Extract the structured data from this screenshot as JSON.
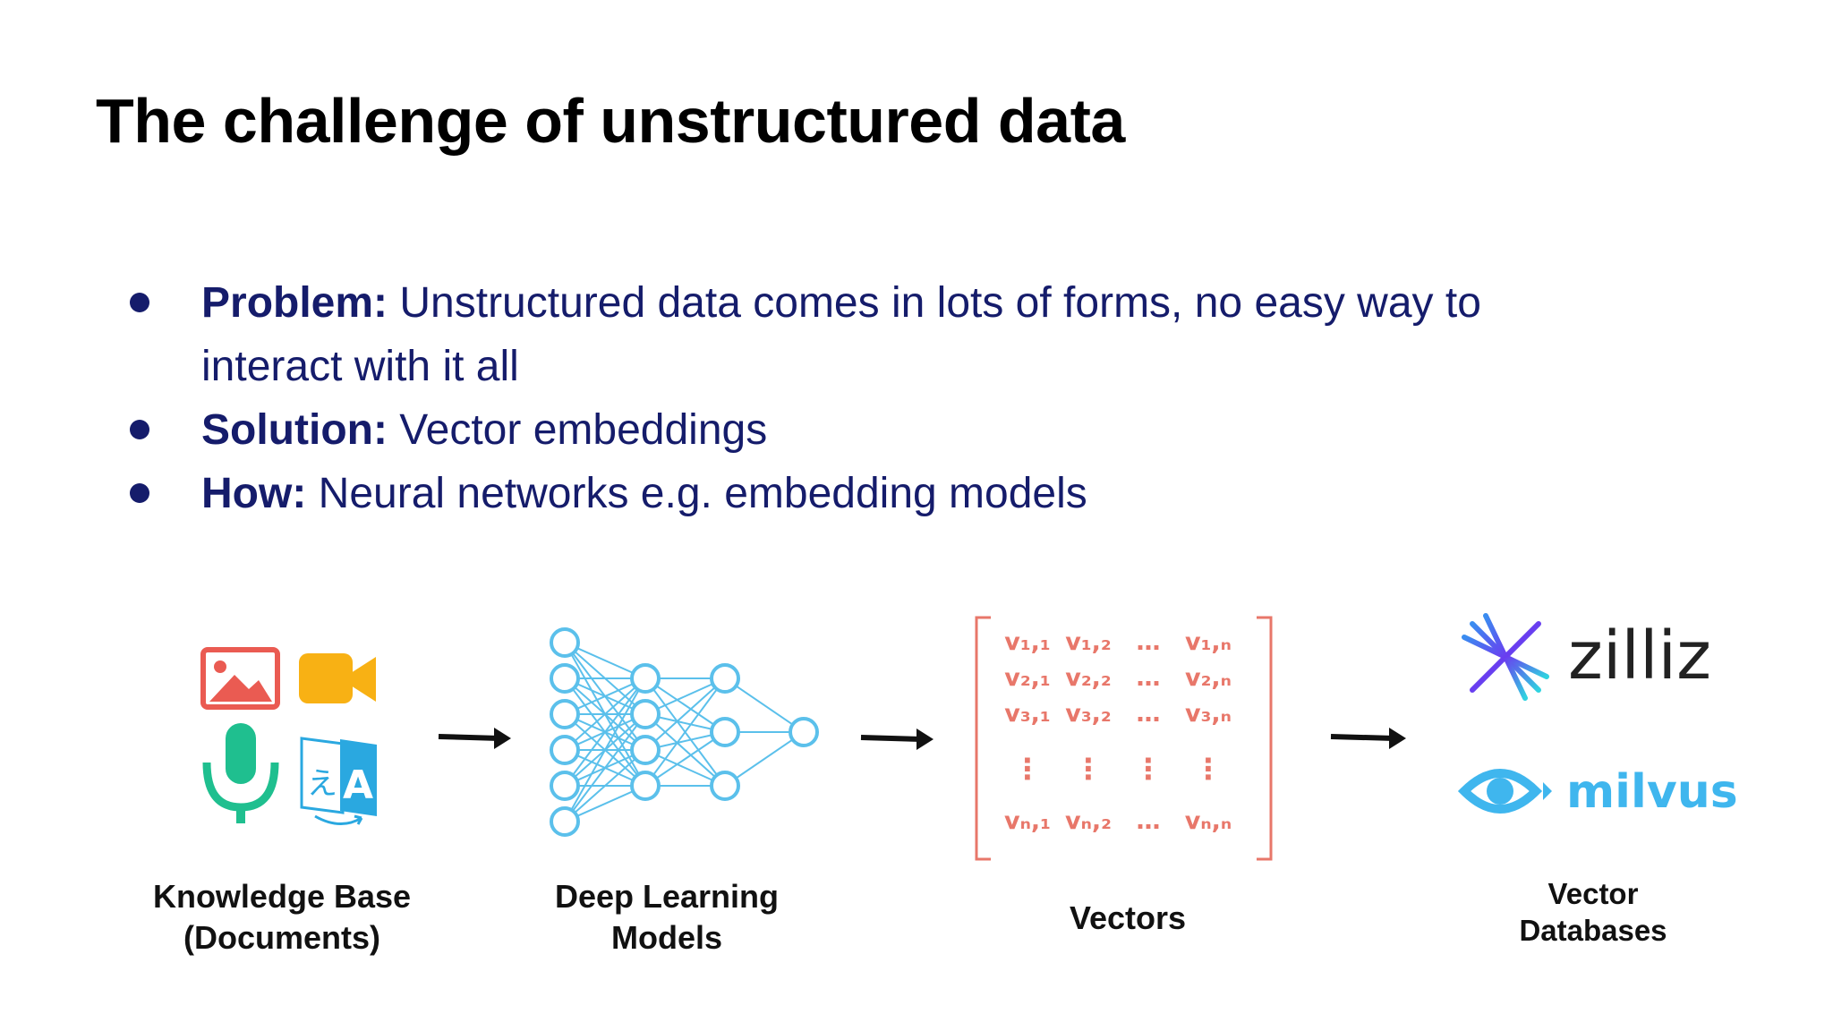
{
  "slide": {
    "title": "The challenge of unstructured data"
  },
  "bullets": [
    {
      "label": "Problem:",
      "text": " Unstructured data comes in lots of forms, no easy way to interact with it all"
    },
    {
      "label": "Solution:",
      "text": " Vector embeddings"
    },
    {
      "label": "How:",
      "text": " Neural networks e.g. embedding models"
    }
  ],
  "pipeline": {
    "stages": [
      {
        "id": "knowledge-base",
        "caption": "Knowledge Base\n(Documents)",
        "icons": [
          "image-icon",
          "video-camera-icon",
          "microphone-icon",
          "translate-icon"
        ]
      },
      {
        "id": "deep-learning",
        "caption": "Deep Learning\nModels",
        "icons": [
          "neural-network-icon"
        ]
      },
      {
        "id": "vectors",
        "caption": "Vectors",
        "icons": [
          "vector-matrix"
        ]
      },
      {
        "id": "vector-db",
        "caption": "Vector\nDatabases",
        "icons": [
          "zilliz-logo",
          "milvus-logo"
        ]
      }
    ],
    "arrows": 3
  },
  "matrix": {
    "rows": [
      [
        "v₁,₁",
        "v₁,₂",
        "…",
        "v₁,ₙ"
      ],
      [
        "v₂,₁",
        "v₂,₂",
        "…",
        "v₂,ₙ"
      ],
      [
        "v₃,₁",
        "v₃,₂",
        "…",
        "v₃,ₙ"
      ],
      [
        "⋮",
        "⋮",
        "⋮",
        "⋮"
      ],
      [
        "vₙ,₁",
        "vₙ,₂",
        "…",
        "vₙ,ₙ"
      ]
    ]
  },
  "logos": {
    "zilliz": "zilliz",
    "milvus": "milvus"
  },
  "colors": {
    "title": "#000000",
    "bullet_text": "#151c6b",
    "matrix": "#e8776a",
    "network": "#5bc0eb",
    "zilliz_star": "#5a4cf0",
    "milvus_blue": "#3fb6ee"
  }
}
